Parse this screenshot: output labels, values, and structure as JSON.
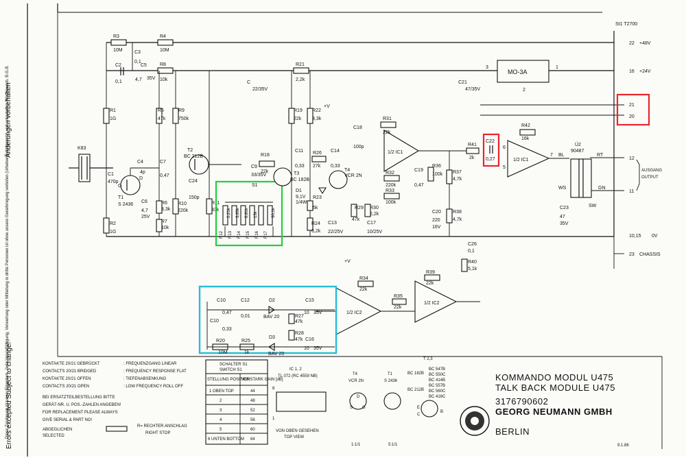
{
  "title_block": {
    "line1": "KOMMANDO MODUL U475",
    "line2": "TALK BACK MODULE U475",
    "part_no": "3176790602",
    "company": "GEORG NEUMANN GMBH",
    "city": "BERLIN",
    "date": "9.1.86"
  },
  "side_text": {
    "german": "Änderungen vorbehalten",
    "german2": "und technische",
    "german3": "tümer",
    "english": "Errors excepted  Subject to change!",
    "legal": "Diese Zeichnung ist unser Eigentum. Jede Vervielfältigung, Verwertung oder Mitteilung in dritte Personen ist ohne unsere Genehmigung verboten (Urheberrechtsgesetz) und unlauterem Wettbewerb. B.G.B."
  },
  "notes": {
    "n1_de": "KONTAKTE 20/21 GEBRÜCKT",
    "n1_val": ": FREQUENZGANG LINEAR",
    "n2_de": "CONTACTS 20/21 BRIDGED",
    "n2_val": ": FREQUENCY RESPONSE FLAT",
    "n3_de": "KONTAKTE 20/21 OFFEN",
    "n3_val": ": TIEFENABSENKUNG",
    "n4_de": "CONTACTS 20/21 OPEN",
    "n4_val": ": LOW FREQUENCY ROLL OFF",
    "n5": "BEI ERSATZTEILBESTELLUNG BITTE",
    "n6": "GERÄT-NR. U. POS.-ZAHLEN ANGEBEN!",
    "n7": "FOR REPLACEMENT PLEASE ALWAYS",
    "n8": "GIVE SERIAL & PART NO!",
    "n9": "ABGEGLICHEN",
    "n10": "SELECTED",
    "n11": "R= RECHTER ANSCHLAG",
    "n12": "RIGHT STOP"
  },
  "switch_table": {
    "title1": "SCHALTER S1",
    "title2": "SWITCH S1",
    "h1": "STELLUNG POSITION",
    "h2": "VERSTARK GAIN [dB]",
    "rows": [
      {
        "pos": "1 OBEN TOP",
        "gain": "44"
      },
      {
        "pos": "2",
        "gain": "48"
      },
      {
        "pos": "3",
        "gain": "52"
      },
      {
        "pos": "4",
        "gain": "56"
      },
      {
        "pos": "5",
        "gain": "60"
      },
      {
        "pos": "6 UNTEN BOTTOM",
        "gain": "64"
      }
    ]
  },
  "ic_pinout": {
    "title": "IC 1, 2",
    "subtitle": "TL 072 (RC 4559 NB)",
    "caption1": "VON OBEN GESEHEN",
    "caption2": "TOP VIEW",
    "pin8": "8",
    "pin1": "1"
  },
  "transistors": {
    "t4": "T4",
    "t4_type": "VCR 2N",
    "t1": "T1",
    "t1_type": "S 2436",
    "t23": "T 2,3",
    "t23_list": [
      "BC 547B",
      "BC 550C",
      "BC 414B",
      "BC 557B",
      "BC 560C",
      "BC 416C"
    ],
    "bc182b": "BC 182B",
    "bc212b": "BC 212B",
    "pin_labels": {
      "d": "D",
      "s": "S",
      "g": "G",
      "e": "E",
      "c": "C",
      "b": "B"
    },
    "scale1": "1:1/1",
    "scale2": "5:1/1"
  },
  "terminals": {
    "st1": "St1 T2700",
    "t22": "22",
    "v22": "+48V",
    "t16": "16",
    "v16": "+24V",
    "t21": "21",
    "t20": "20",
    "t12": "12",
    "t11": "11",
    "out_de": "AUSGANG",
    "out_en": "OUTPUT",
    "t1015": "10,15",
    "v1015": "0V",
    "t23": "23",
    "v23": "CHASSIS"
  },
  "components": {
    "k83": "K83",
    "r3": "R3",
    "r3v": "10M",
    "r4": "R4",
    "r4v": "10M",
    "c2": "C2",
    "c2v": "0,1",
    "c3": "C3",
    "c3v": "0,1",
    "c5": "C5",
    "c5v": "4,7",
    "c5v2": "35V",
    "r8": "R8",
    "r8v": "10k",
    "r1": "R1",
    "r1v": "1G",
    "r2": "R2",
    "r2v": "1G",
    "r5": "R5",
    "r5v": "47k",
    "r9": "R9",
    "r9v": "750k",
    "c1": "C1",
    "c1v": "470p",
    "c4": "C4",
    "c4v": "4p",
    "c7": "C7",
    "c7v": "0,47",
    "t1": "T1",
    "t1v": "S 2436",
    "c6": "C6",
    "c6v": "4,7",
    "c6v2": "25V",
    "r6": "R6",
    "r6v": "3,3k",
    "r7": "R7",
    "r7v": "10k",
    "r10": "R10",
    "r10v": "220k",
    "c24": "C24",
    "c24v": "150p",
    "t2": "T2",
    "t2v": "BC 212B",
    "r11": "R11",
    "r11v": "33k",
    "r21": "R21",
    "r21v": "2,2k",
    "c": "C",
    "cv": "22/35V",
    "r19": "R19",
    "r19v": "22k",
    "r22": "R22",
    "r22v": "3,3k",
    "plusv": "+V",
    "r18": "R18",
    "r18v": "22k",
    "c9": "C9",
    "c9v": "33/35V",
    "s1": "S1",
    "c11": "C11",
    "c11v": "0,33",
    "r26": "R26",
    "r26v": "27k",
    "c14": "C14",
    "c14v": "0,33",
    "t3": "T3",
    "t3v": "BC 182B",
    "t4": "T4",
    "t4v": "VCR 2N",
    "r12": "R12",
    "r12v": "2,21k",
    "r13": "R13",
    "r13v": "3,83k",
    "r14": "R14",
    "r14v": "6,81k",
    "r15": "R15",
    "r15v": "13k",
    "r16": "R16",
    "r16v": "30,1k",
    "r17": "R17",
    "d1": "D1",
    "d1v": "9,1V",
    "d1v2": "1/4W",
    "r23": "R23",
    "r23v": "5k",
    "r24": "R24",
    "r24v": "6,2k",
    "c13": "C13",
    "c13v": "22/25V",
    "c17": "C17",
    "c17v": "10/25V",
    "r29": "R29",
    "r29v": "47k",
    "r30": "R30",
    "r30v": "2,2k",
    "c18": "C18",
    "c18v": "100p",
    "r31": "R31",
    "r31v": "22k",
    "ic1a": "1/2 IC1",
    "r32": "R32",
    "r32v": "220k",
    "r33": "R33",
    "r33v": "100k",
    "c19": "C19",
    "c19v": "0,47",
    "r36": "R36",
    "r36v": "100k",
    "r37": "R37",
    "r37v": "4,7k",
    "c20": "C20",
    "c20v": "220",
    "c20v2": "16V",
    "r38": "R38",
    "r38v": "4,7k",
    "mo3a": "MO-3A",
    "c21": "C21",
    "c21v": "47/35V",
    "r41": "R41",
    "r41v": "2k",
    "c22": "C22",
    "c22v": "0,27",
    "r42": "R42",
    "r42v": "16k",
    "ic1b": "1/2 IC1",
    "u2": "Ü2",
    "u2v": "90487",
    "bl": "BL",
    "rt": "RT",
    "ws": "WS",
    "gn": "GN",
    "sw": "SW",
    "c23": "C23",
    "c23v": "47",
    "c23v2": "35V",
    "c26": "C26",
    "c26v": "0,1",
    "r40": "R40",
    "r40v": "5,1k",
    "r34": "R34",
    "r34v": "22k",
    "r39": "R39",
    "r39v": "22k",
    "r35": "R35",
    "r35v": "22k",
    "ic2a": "1/2 IC2",
    "ic2b": "1/2 IC2",
    "c10": "C10",
    "c10v": "0,47",
    "c10b": "C10",
    "c10bv": "0,33",
    "c12": "C12",
    "c12v": "0,01",
    "d2": "D2",
    "d2v": "BAV 20",
    "d3": "D3",
    "d3v": "BAV 20",
    "c15": "C15",
    "c15v": "10",
    "c15v2": "35V",
    "c16": "C16",
    "c16v": "10",
    "c16v2": "35V",
    "r27": "R27",
    "r27v": "47k",
    "r28": "R28",
    "r28v": "47k",
    "r20": "R20",
    "r20v": "10M",
    "r25": "R25",
    "r25v": "1k"
  },
  "highlight_colors": {
    "green": "#1fcf3a",
    "cyan": "#26bcd6",
    "red": "#e8262a"
  }
}
